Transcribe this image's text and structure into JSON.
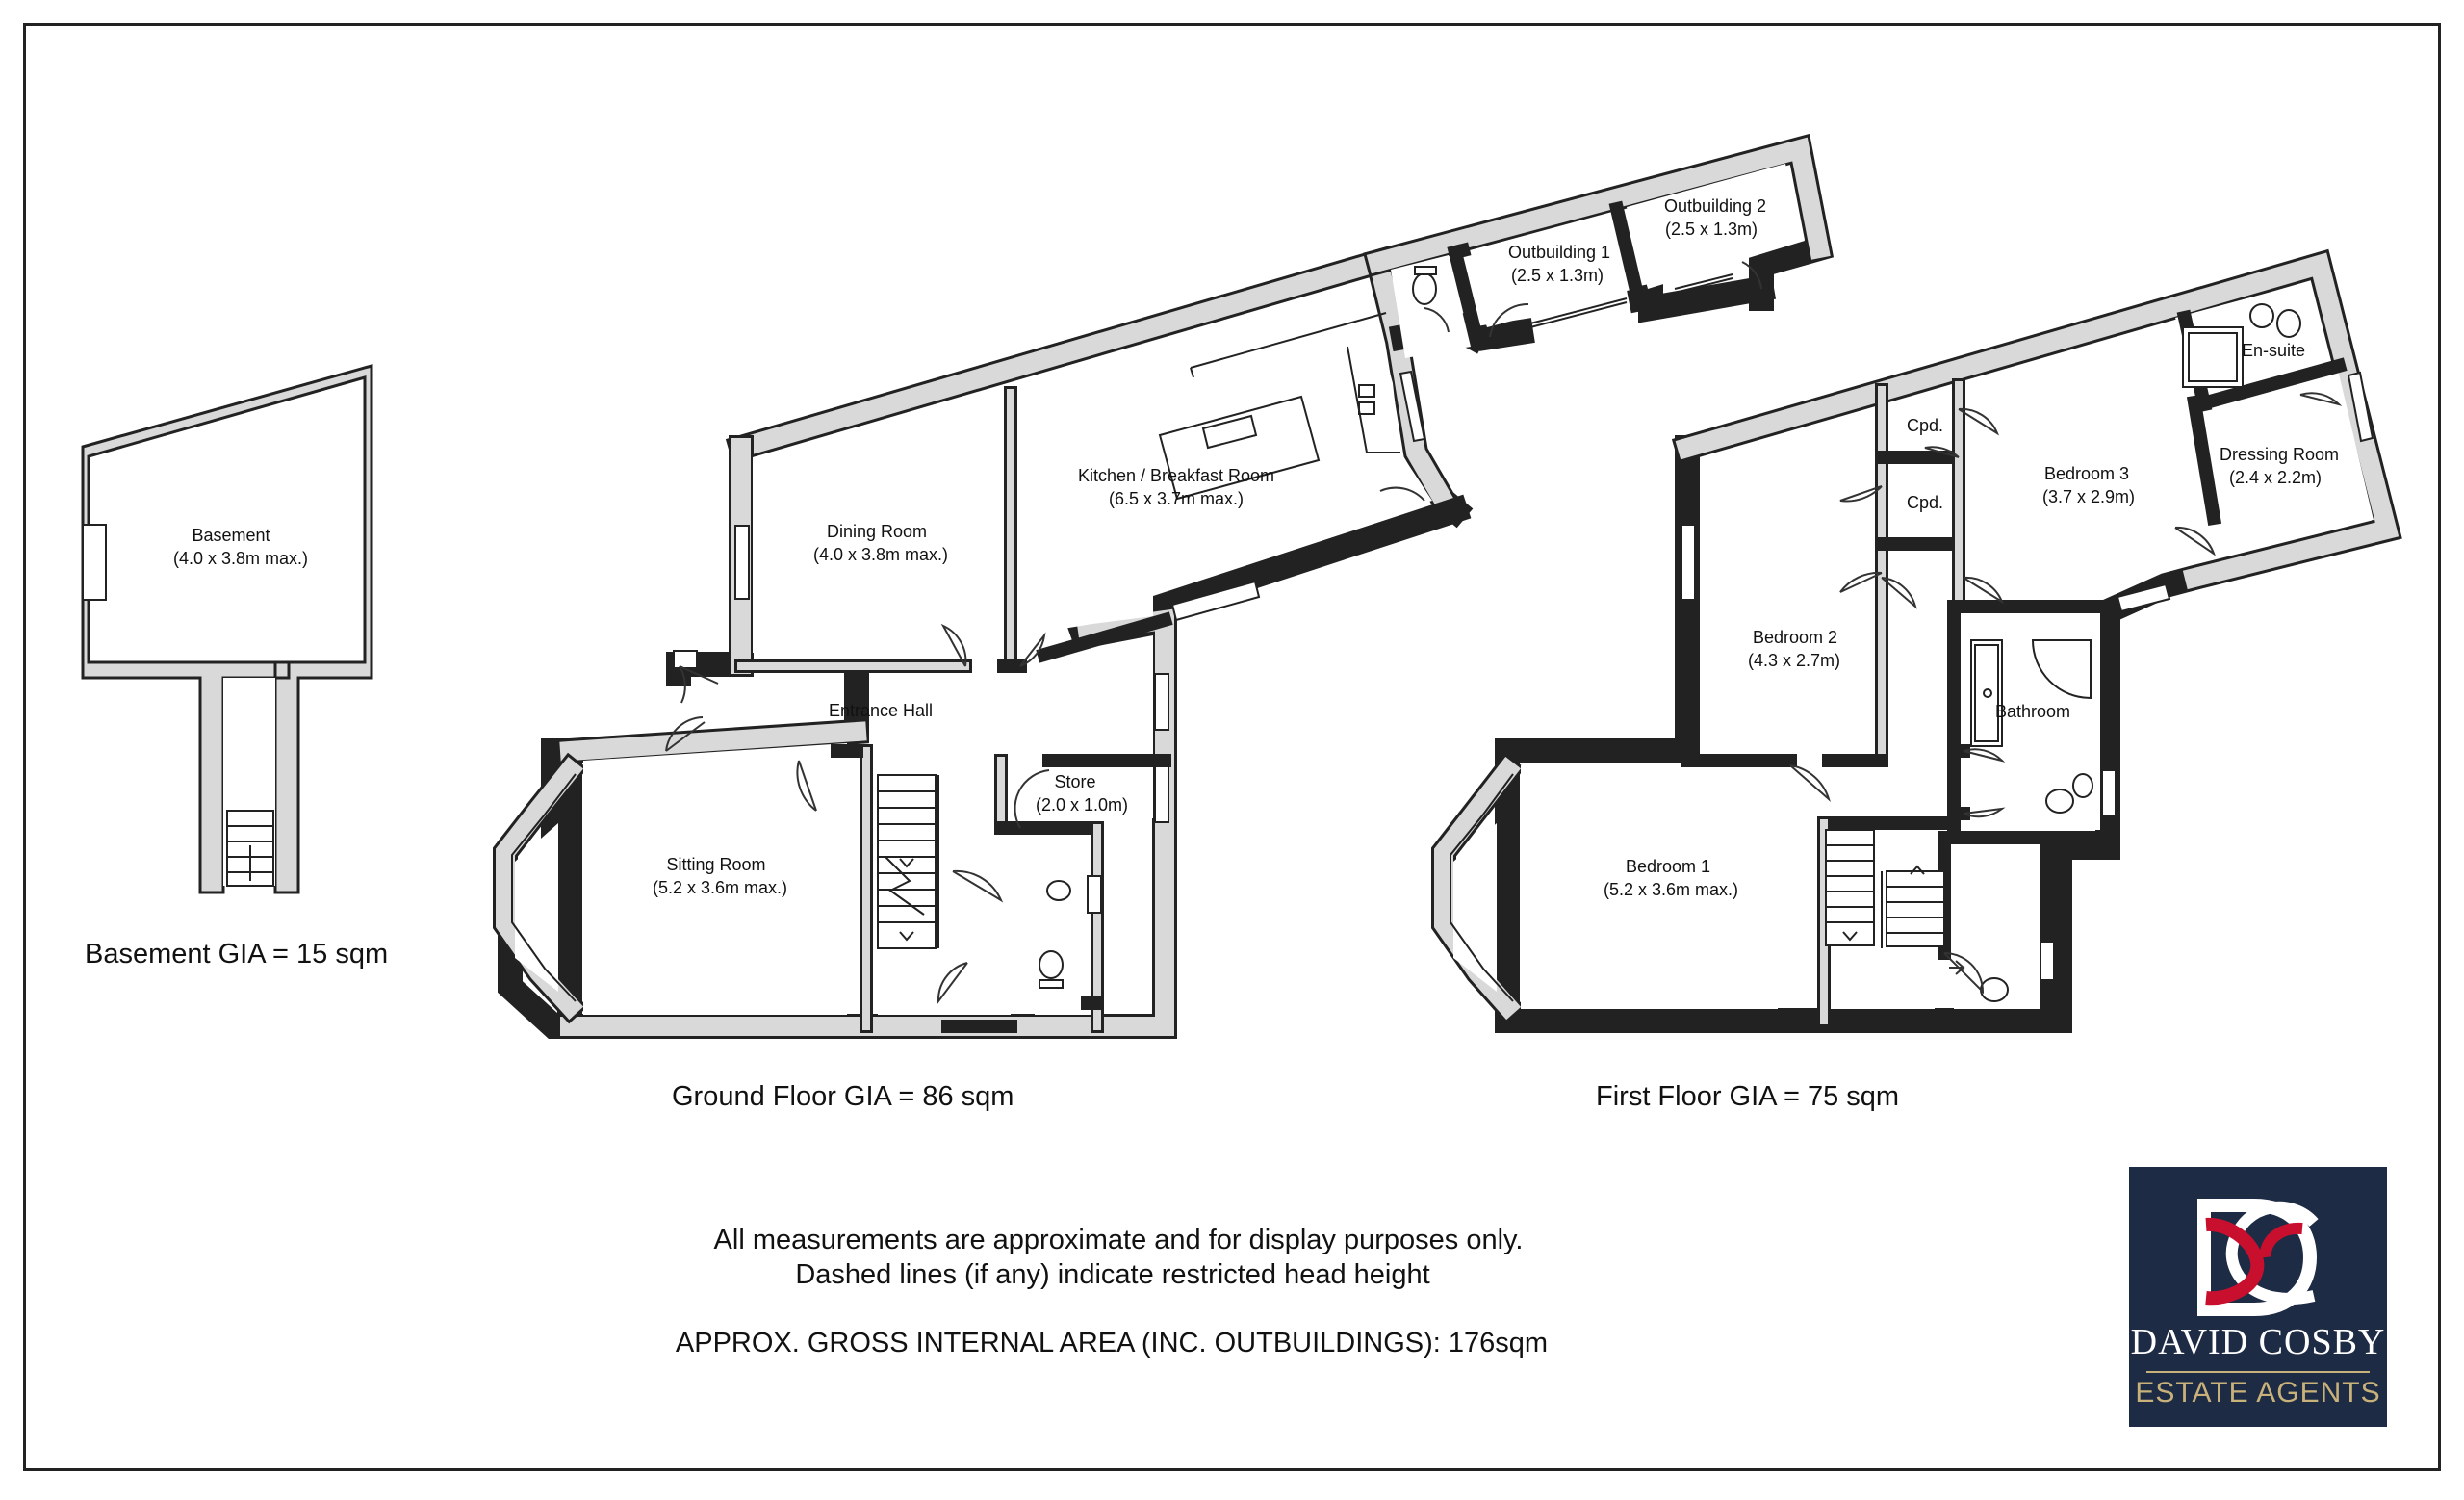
{
  "rooms": {
    "basement": {
      "name": "Basement",
      "size": "(4.0 x 3.8m max.)"
    },
    "dining": {
      "name": "Dining Room",
      "size": "(4.0 x 3.8m max.)"
    },
    "kitchen": {
      "name": "Kitchen / Breakfast Room",
      "size": "(6.5 x 3.7m max.)"
    },
    "outbuilding1": {
      "name": "Outbuilding 1",
      "size": "(2.5 x 1.3m)"
    },
    "outbuilding2": {
      "name": "Outbuilding 2",
      "size": "(2.5 x 1.3m)"
    },
    "entrance_hall": {
      "name": "Entrance Hall"
    },
    "store": {
      "name": "Store",
      "size": "(2.0 x 1.0m)"
    },
    "sitting": {
      "name": "Sitting Room",
      "size": "(5.2 x 3.6m max.)"
    },
    "cpd_1": {
      "name": "Cpd."
    },
    "cpd_2": {
      "name": "Cpd."
    },
    "ensuite": {
      "name": "En-suite"
    },
    "bedroom3": {
      "name": "Bedroom 3",
      "size": "(3.7 x 2.9m)"
    },
    "dressing": {
      "name": "Dressing Room",
      "size": "(2.4 x 2.2m)"
    },
    "bedroom2": {
      "name": "Bedroom 2",
      "size": "(4.3 x 2.7m)"
    },
    "bathroom": {
      "name": "Bathroom"
    },
    "bedroom1": {
      "name": "Bedroom 1",
      "size": "(5.2 x 3.6m max.)"
    }
  },
  "gia": {
    "basement": "Basement GIA = 15 sqm",
    "ground": "Ground Floor GIA = 86 sqm",
    "first": "First Floor GIA = 75 sqm"
  },
  "notes": {
    "line1": "All  measurements are approximate and for display purposes only.",
    "line2": "Dashed lines (if any) indicate restricted head height",
    "total": "APPROX. GROSS INTERNAL AREA (INC. OUTBUILDINGS): 176sqm"
  },
  "logo": {
    "name": "DAVID COSBY",
    "subtitle": "ESTATE AGENTS",
    "background": "#1d2b45",
    "accent": "#c8b27a",
    "mark_color": "#c8102e",
    "mark_icon": "dc-monogram-icon"
  },
  "colors": {
    "wall_fill": "#d9d9d9",
    "wall_stroke": "#222222"
  }
}
